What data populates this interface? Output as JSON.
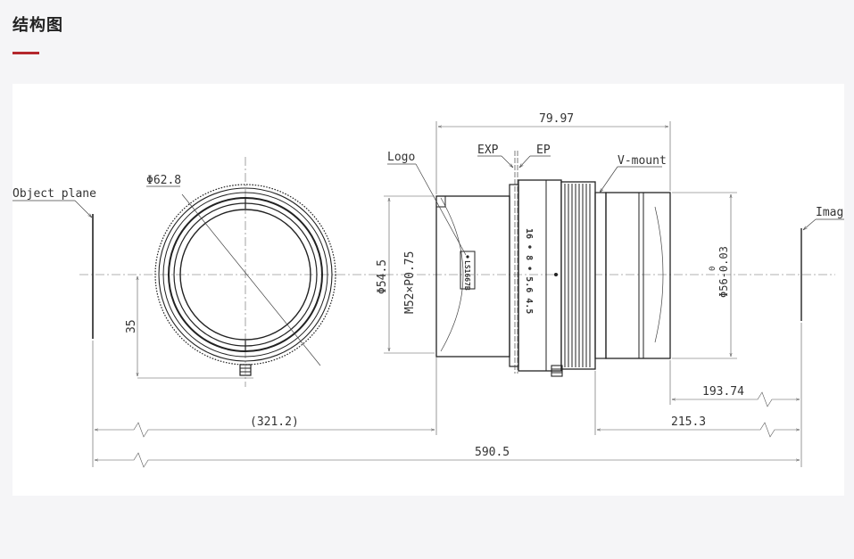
{
  "section": {
    "title": "结构图",
    "accent_color": "#b4282d"
  },
  "drawing": {
    "labels": {
      "object_plane": "Object plane",
      "image": "Image",
      "logo": "Logo",
      "exp": "EXP",
      "ep": "EP",
      "v_mount": "V-mount"
    },
    "dimensions": {
      "front_diameter": "Φ62.8",
      "height_35": "35",
      "length_79_97": "79.97",
      "diameter_54_5": "Φ54.5",
      "thread": "M52×P0.75",
      "mount_diameter": "Φ56-0.03",
      "mount_tol_upper": "0",
      "dist_321_2": "(321.2)",
      "dist_215_3": "215.3",
      "dist_193_74": "193.74",
      "total_590_5": "590.5"
    },
    "lens_markings": {
      "model": "LS1667B",
      "aperture_scale": "16 • 8 • 5.6  4.5"
    }
  }
}
